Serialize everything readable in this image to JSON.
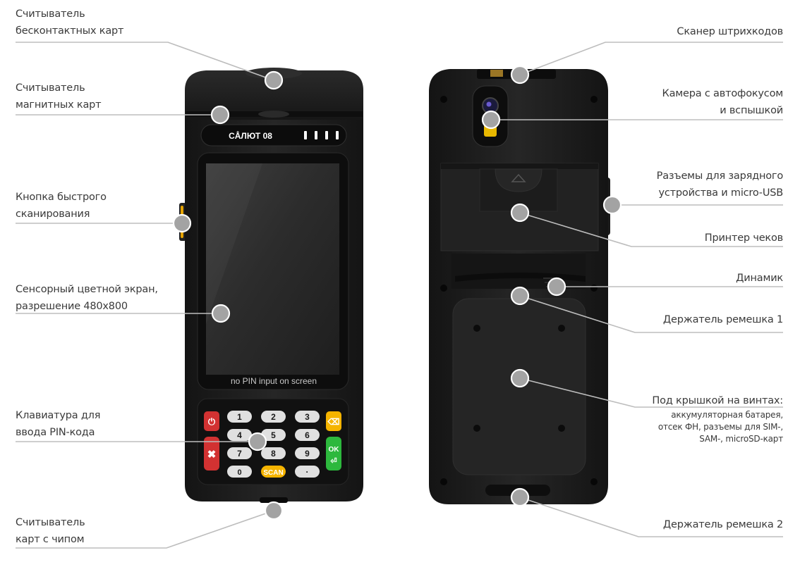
{
  "device": {
    "brand": "СÅЛЮТ 08",
    "screen_notice": "no PIN input on screen",
    "keypad": {
      "digits": [
        "1",
        "2",
        "3",
        "4",
        "5",
        "6",
        "7",
        "8",
        "9",
        "0"
      ],
      "scan": "SCAN",
      "dot": "·",
      "ok": "OK"
    },
    "colors": {
      "body": "#1f1f1f",
      "callout": "#b4b4b4",
      "scan_key": "#f5b400",
      "ok_key": "#2db83d",
      "cancel_key": "#d23232"
    }
  },
  "front_labels": [
    {
      "line1": "Считыватель",
      "line2": "бесконтактных карт"
    },
    {
      "line1": "Считыватель",
      "line2": "магнитных карт"
    },
    {
      "line1": "Кнопка быстрого",
      "line2": "сканирования"
    },
    {
      "line1": "Сенсорный цветной экран,",
      "line2": "разрешение 480x800"
    },
    {
      "line1": "Клавиатура для",
      "line2": "ввода PIN-кода"
    },
    {
      "line1": "Считыватель",
      "line2": "карт с чипом"
    }
  ],
  "back_labels": [
    {
      "line1": "Сканер штрихкодов"
    },
    {
      "line1": "Камера с автофокусом",
      "line2": "и вспышкой"
    },
    {
      "line1": "Разъемы для зарядного",
      "line2": "устройства и micro-USB"
    },
    {
      "line1": "Принтер чеков"
    },
    {
      "line1": "Динамик"
    },
    {
      "line1": "Держатель ремешка 1"
    },
    {
      "line1": "Под крышкой на винтах:",
      "sub1": "аккумуляторная батарея,",
      "sub2": "отсек ФН, разъемы для SIM-,",
      "sub3": "SAM-, microSD-карт"
    },
    {
      "line1": "Держатель ремешка 2"
    }
  ]
}
